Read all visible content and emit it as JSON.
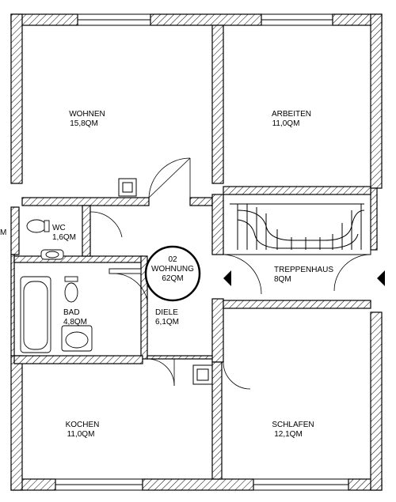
{
  "rooms": {
    "wohnen": {
      "name": "WOHNEN",
      "area": "15,8QM"
    },
    "arbeiten": {
      "name": "ARBEITEN",
      "area": "11,0QM"
    },
    "wc": {
      "name": "WC",
      "area": "1,6QM"
    },
    "bad": {
      "name": "BAD",
      "area": "4,8QM"
    },
    "diele": {
      "name": "DIELE",
      "area": "6,1QM"
    },
    "treppenhaus": {
      "name": "TREPPENHAUS",
      "area": "8QM"
    },
    "kochen": {
      "name": "KOCHEN",
      "area": "11,0QM"
    },
    "schlafen": {
      "name": "SCHLAFEN",
      "area": "12,1QM"
    }
  },
  "unit": {
    "number": "02",
    "label": "WOHNUNG",
    "area": "62QM"
  },
  "colors": {
    "line": "#000000",
    "background": "#ffffff"
  }
}
